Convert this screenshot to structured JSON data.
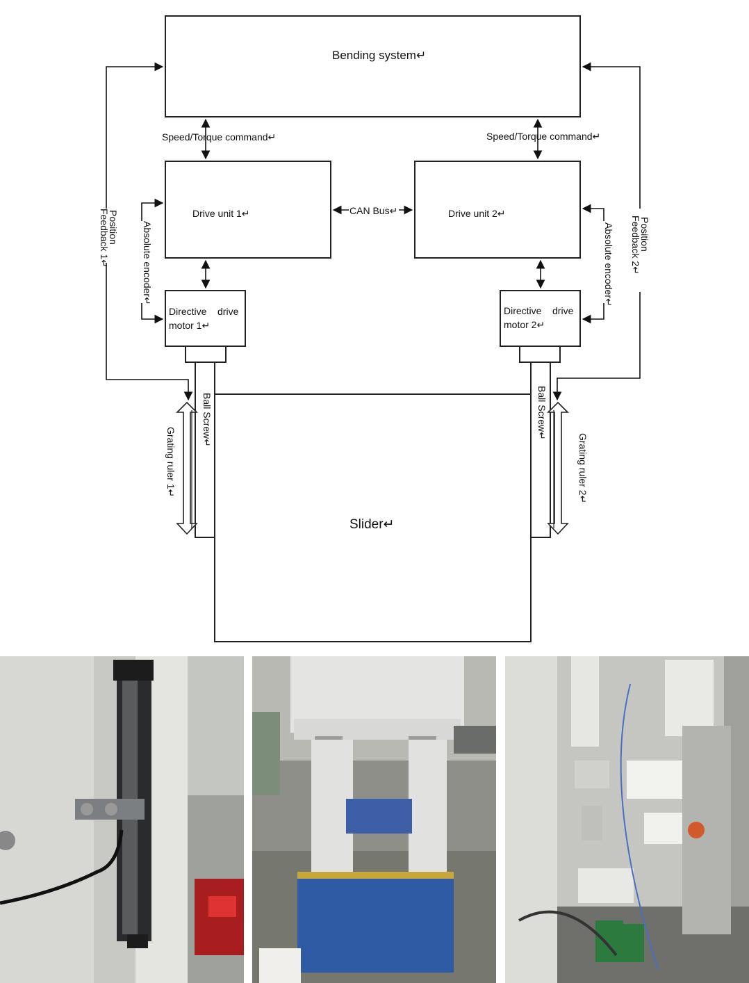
{
  "diagram": {
    "bending_system": "Bending system↵",
    "speed_torque_1": "Speed/Torque command↵",
    "speed_torque_2": "Speed/Torque command↵",
    "drive_unit_1": "Drive unit 1↵",
    "drive_unit_2": "Drive unit 2↵",
    "can_bus": "CAN Bus↵",
    "motor_1_line1": "Directive    drive",
    "motor_1_line2": "motor 1↵",
    "motor_2_line1": "Directive    drive",
    "motor_2_line2": "motor 2↵",
    "position_feedback_1_a": "Position",
    "position_feedback_1_b": "Feedback 1↵",
    "position_feedback_2_a": "Position",
    "position_feedback_2_b": "Feedback 2↵",
    "absolute_encoder_1": "Absolute encoder↵",
    "absolute_encoder_2": "Absolute encoder↵",
    "ball_screw_1": "Ball Screw↵",
    "ball_screw_2": "Ball Screw↵",
    "grating_ruler_1": "Grating ruler 1↵",
    "grating_ruler_2": "Grating ruler 2↵",
    "slider": "Slider↵"
  },
  "photos": [
    {
      "name": "grating-ruler-photo"
    },
    {
      "name": "press-brake-photo"
    },
    {
      "name": "electrical-cabinet-photo"
    }
  ]
}
